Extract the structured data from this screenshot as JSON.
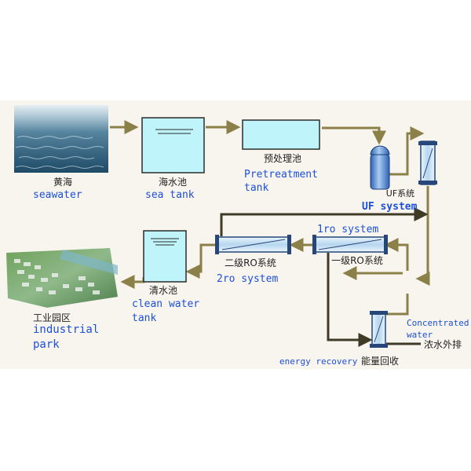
{
  "seawater": {
    "label_zh": "黄海",
    "label_en": "seawater"
  },
  "sea_tank": {
    "label_zh": "海水池",
    "label_en": "sea tank"
  },
  "pretreatment": {
    "label_zh": "预处理池",
    "label_en_1": "Pretreatment",
    "label_en_2": "tank"
  },
  "uf": {
    "label_zh": "UF系统",
    "label_en": "UF system"
  },
  "ro1": {
    "label_en": "1ro system",
    "label_zh": "一级RO系统"
  },
  "ro2": {
    "label_zh": "二级RO系统",
    "label_en": "2ro system"
  },
  "clean_tank": {
    "label_zh": "清水池",
    "label_en_1": "clean water",
    "label_en_2": "tank"
  },
  "industrial_park": {
    "label_zh": "工业园区",
    "label_en_1": "industrial",
    "label_en_2": "park"
  },
  "concentrated": {
    "label_en_1": "Concentrated",
    "label_en_2": "water",
    "label_zh": "浓水外排"
  },
  "energy": {
    "label_en": "energy recovery",
    "label_zh": "能量回收"
  },
  "colors": {
    "background": "#f8f4ee",
    "pipe": "#8a8048",
    "pipe_dark": "#3f3a26",
    "english_label": "#1c50d8",
    "chinese_label": "#222222",
    "tank_fill": "#bff4fb",
    "tank_stroke": "#2c2c2c",
    "membrane_fill": "#cfe7f7",
    "membrane_stroke": "#27477a"
  }
}
